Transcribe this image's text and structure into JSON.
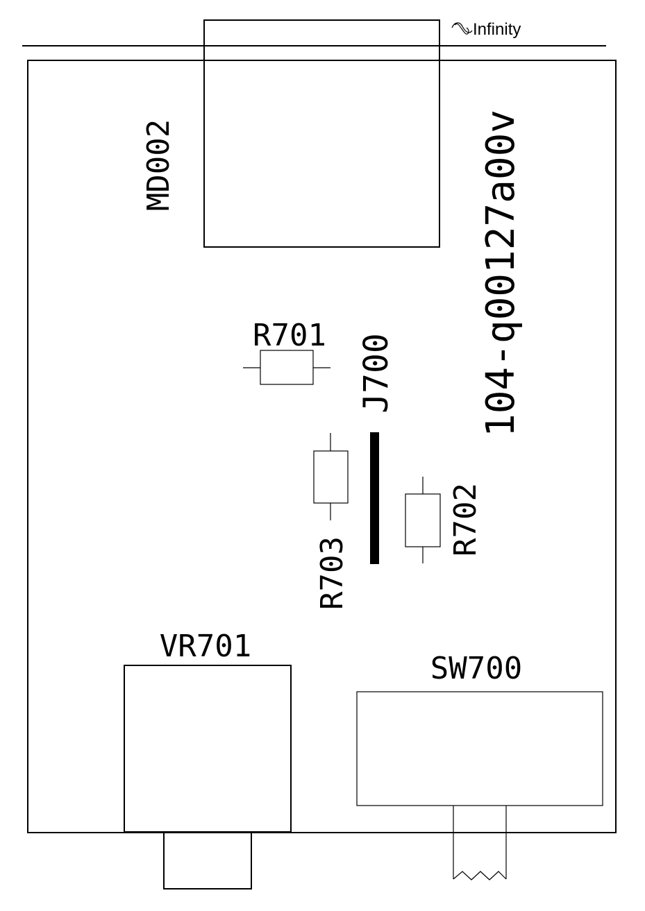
{
  "brand": {
    "logo_text": "Infinity"
  },
  "board": {
    "part_number": "104-q00127a00v"
  },
  "components": {
    "md": {
      "designator": "MD002"
    },
    "r701": {
      "designator": "R701"
    },
    "r702": {
      "designator": "R702"
    },
    "r703": {
      "designator": "R703"
    },
    "j700": {
      "designator": "J700"
    },
    "vr701": {
      "designator": "VR701"
    },
    "sw700": {
      "designator": "SW700"
    }
  },
  "colors": {
    "ink": "#000000",
    "paper": "#ffffff"
  }
}
